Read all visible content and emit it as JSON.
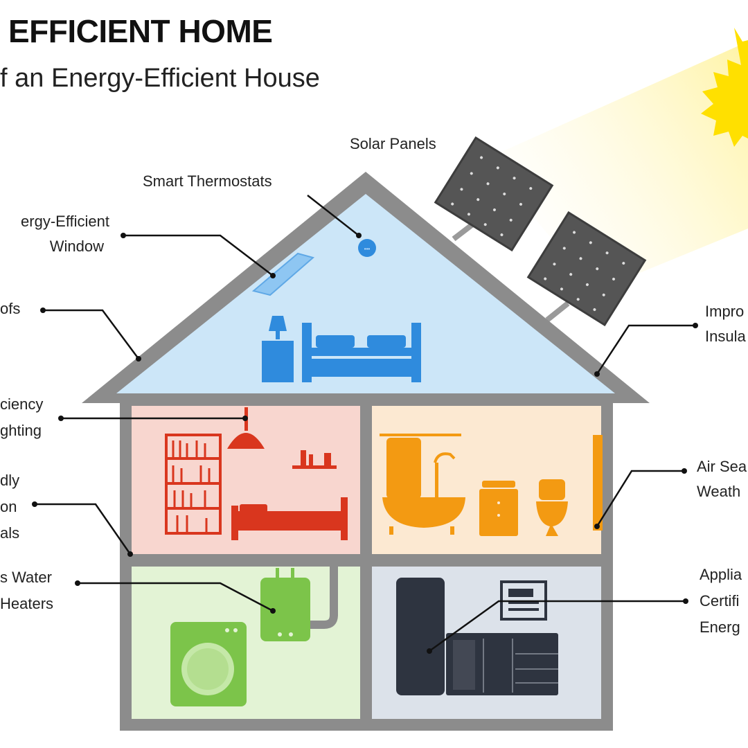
{
  "header": {
    "title": "EFFICIENT HOME",
    "subtitle": "f an Energy-Efficient House"
  },
  "colors": {
    "sun": "#FFE000",
    "attic": "#CCE6F8",
    "bedroom": "#F8D6CF",
    "bathroom": "#FCE9D2",
    "laundry": "#E3F3D5",
    "kitchen": "#DCE2EA",
    "walls": "#8C8C8C",
    "blue_items": "#2F8BDD",
    "red_items": "#D9361E",
    "orange_items": "#F39A12",
    "green_items": "#7CC44A",
    "panel": "#555555"
  },
  "labels": {
    "solar_panels": "Solar Panels",
    "smart_thermostats": "Smart Thermostats",
    "window_l1": "ergy-Efficient",
    "window_l2": "Window",
    "roofs": "ofs",
    "lighting_l1": "ciency",
    "lighting_l2": "ghting",
    "materials_l1": "dly",
    "materials_l2": "on",
    "materials_l3": "als",
    "water_l1": "s Water",
    "water_l2": "Heaters",
    "insulation_l1": "Impro",
    "insulation_l2": "Insula",
    "air_l1": "Air Sea",
    "air_l2": "Weath",
    "appliances_l1": "Applia",
    "appliances_l2": "Certifi",
    "appliances_l3": "Energ"
  }
}
